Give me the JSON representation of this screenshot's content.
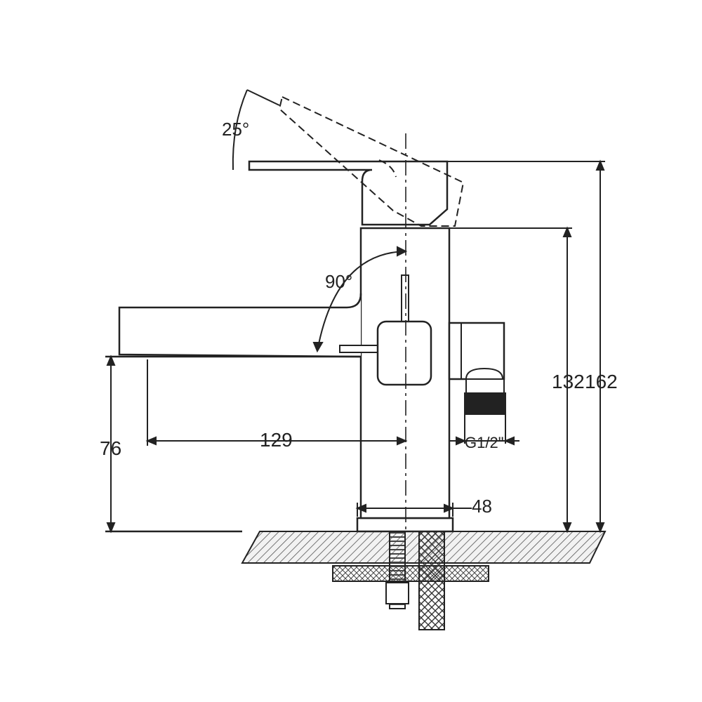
{
  "dimensions": {
    "handle_angle": "25°",
    "lever_angle": "90°",
    "spout_reach": "129",
    "spout_height": "76",
    "body_height": "132",
    "total_height": "162",
    "body_width": "48",
    "inlet_thread": "G1/2\""
  },
  "colors": {
    "line": "#222222",
    "hatch": "#555555",
    "background": "#ffffff"
  }
}
